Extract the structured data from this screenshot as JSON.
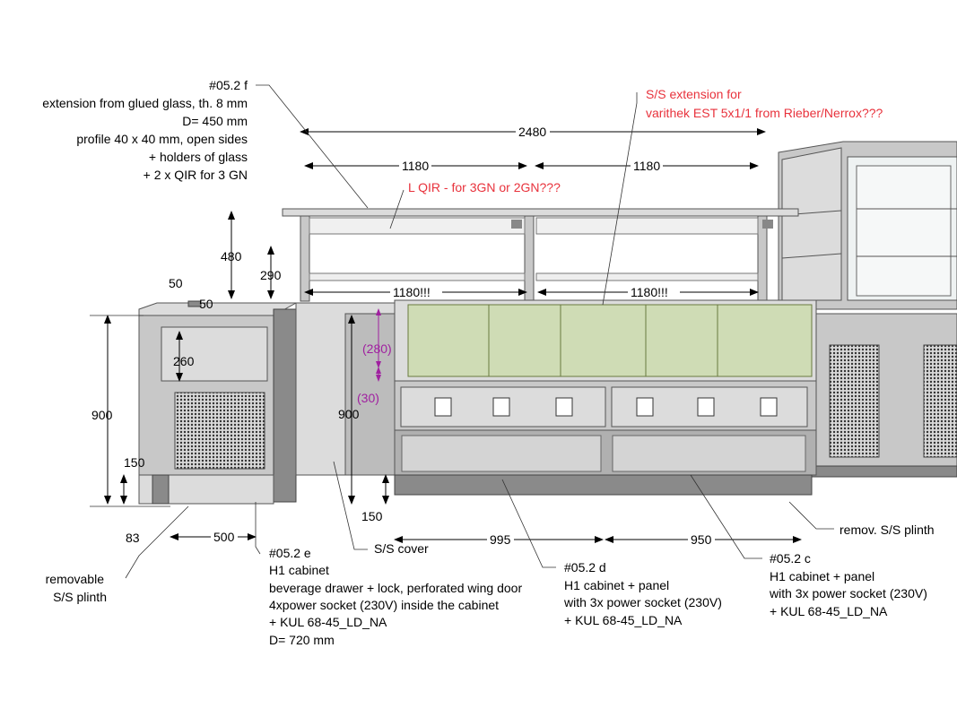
{
  "notes": {
    "f": [
      "#05.2 f",
      "extension from glued glass, th. 8 mm",
      "D= 450 mm",
      "profile 40 x 40 mm, open sides",
      "+ holders of glass",
      "+ 2 x QIR for  3 GN"
    ],
    "red_ext": [
      "S/S extension for",
      "varithek EST 5x1/1 from Rieber/Nerrox???"
    ],
    "red_qir": "L QIR - for 3GN or 2GN???",
    "e": [
      "#05.2 e",
      "H1 cabinet",
      "beverage drawer + lock, perforated wing door",
      "4xpower socket (230V) inside the cabinet",
      "+ KUL 68-45_LD_NA",
      "D= 720 mm"
    ],
    "d": [
      "#05.2 d",
      "H1 cabinet + panel",
      "with 3x power socket (230V)",
      "+ KUL 68-45_LD_NA"
    ],
    "c": [
      "#05.2 c",
      "H1 cabinet + panel",
      "with 3x power socket (230V)",
      "+ KUL 68-45_LD_NA"
    ],
    "cover": "S/S cover",
    "plinth_left": [
      "removable",
      "S/S plinth"
    ],
    "plinth_right": "remov. S/S plinth"
  },
  "dims": {
    "total": "2480",
    "w1": "1180",
    "w2": "1180",
    "h480": "480",
    "h290": "290",
    "in1": "1180!!!",
    "in2": "1180!!!",
    "d50a": "50",
    "d50b": "50",
    "h260": "260",
    "h900a": "900",
    "h900b": "900",
    "h150a": "150",
    "h150b": "150",
    "w83": "83",
    "w500": "500",
    "w995": "995",
    "w950": "950",
    "h280": "(280)",
    "h30": "(30)"
  },
  "colors": {
    "annotation_red": "#e8323c",
    "annotation_purple": "#a020a0",
    "glass_green": "#c8dca0"
  }
}
